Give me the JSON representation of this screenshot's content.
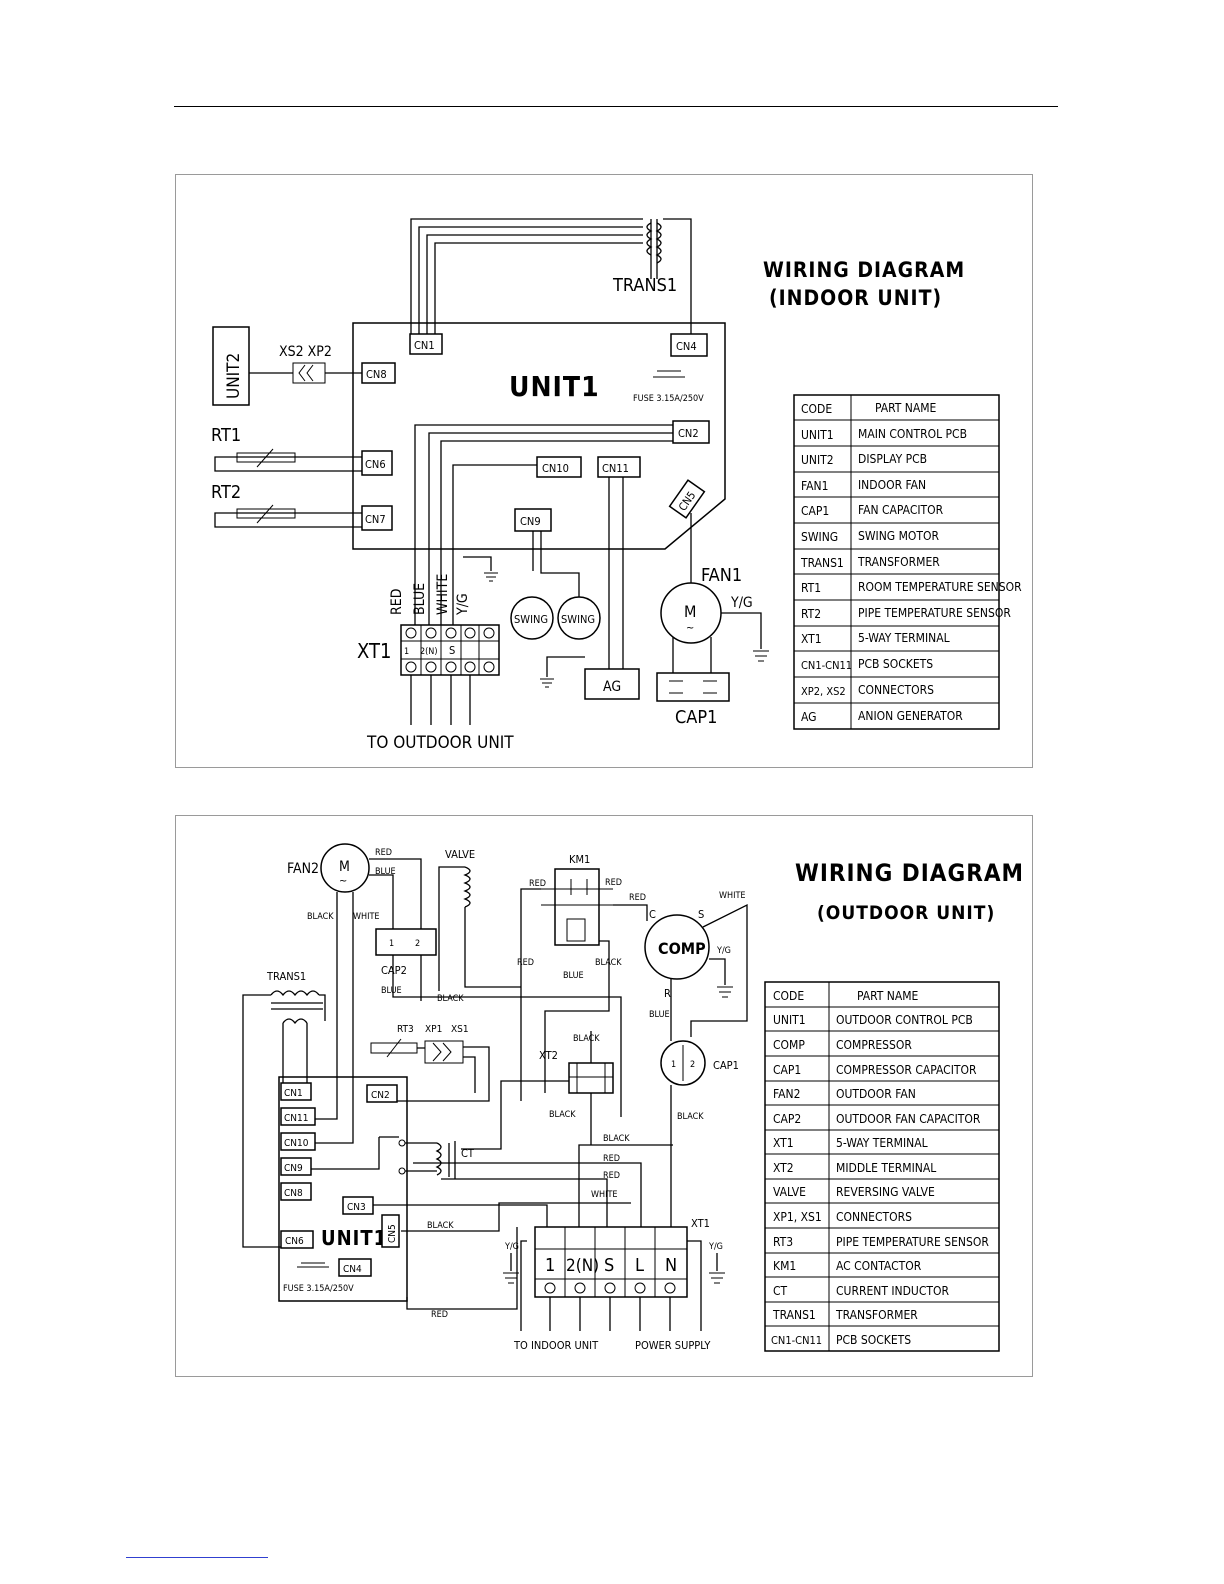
{
  "indoor": {
    "title_line1": "WIRING DIAGRAM",
    "title_line2": "(INDOOR UNIT)",
    "labels": {
      "trans1": "TRANS1",
      "unit1": "UNIT1",
      "unit2": "UNIT2",
      "xs2xp2": "XS2 XP2",
      "fuse": "FUSE 3.15A/250V",
      "rt1": "RT1",
      "rt2": "RT2",
      "fan1": "FAN1",
      "yg": "Y/G",
      "motor": "M",
      "tilde": "~",
      "swing_a": "SWING",
      "swing_b": "SWING",
      "ag": "AG",
      "cap1": "CAP1",
      "xt1": "XT1",
      "to_outdoor": "TO OUTDOOR UNIT",
      "term1": "1",
      "term2n": "2(N)",
      "term_s": "S"
    },
    "wires": [
      "RED",
      "BLUE",
      "WHITE",
      "Y/G"
    ],
    "connectors": {
      "cn1": "CN1",
      "cn4": "CN4",
      "cn8": "CN8",
      "cn2": "CN2",
      "cn6": "CN6",
      "cn7": "CN7",
      "cn10": "CN10",
      "cn11": "CN11",
      "cn9": "CN9",
      "cn5": "CN5"
    },
    "table": {
      "header": [
        "CODE",
        "PART NAME"
      ],
      "rows": [
        [
          "UNIT1",
          "MAIN CONTROL PCB"
        ],
        [
          "UNIT2",
          "DISPLAY PCB"
        ],
        [
          "FAN1",
          "INDOOR FAN"
        ],
        [
          "CAP1",
          "FAN CAPACITOR"
        ],
        [
          "SWING",
          "SWING MOTOR"
        ],
        [
          "TRANS1",
          "TRANSFORMER"
        ],
        [
          "RT1",
          "ROOM TEMPERATURE SENSOR"
        ],
        [
          "RT2",
          "PIPE TEMPERATURE SENSOR"
        ],
        [
          "XT1",
          "5-WAY TERMINAL"
        ],
        [
          "CN1-CN11",
          "PCB SOCKETS"
        ],
        [
          "XP2, XS2",
          "CONNECTORS"
        ],
        [
          "AG",
          "ANION GENERATOR"
        ]
      ]
    }
  },
  "outdoor": {
    "title_line1": "WIRING DIAGRAM",
    "title_line2": "(OUTDOOR UNIT)",
    "labels": {
      "fan2": "FAN2",
      "valve": "VALVE",
      "km1": "KM1",
      "comp": "COMP",
      "trans1": "TRANS1",
      "cap2": "CAP2",
      "rt3": "RT3",
      "xp1": "XP1",
      "xs1": "XS1",
      "xt2": "XT2",
      "cap1": "CAP1",
      "ct": "CT",
      "unit1": "UNIT1",
      "xt1": "XT1",
      "fuse": "FUSE 3.15A/250V",
      "to_indoor": "TO INDOOR UNIT",
      "power_supply": "POWER SUPPLY",
      "yg": "Y/G",
      "motor": "M",
      "tilde": "~",
      "pin_c": "C",
      "pin_s": "S",
      "pin_r": "R",
      "cap_1": "1",
      "cap_2": "2"
    },
    "wire_labels": {
      "red": "RED",
      "blue": "BLUE",
      "black": "BLACK",
      "white": "WHITE"
    },
    "terminals": [
      "1",
      "2(N)",
      "S",
      "L",
      "N"
    ],
    "connectors": {
      "cn1": "CN1",
      "cn11": "CN11",
      "cn10": "CN10",
      "cn9": "CN9",
      "cn8": "CN8",
      "cn6": "CN6",
      "cn2": "CN2",
      "cn3": "CN3",
      "cn4": "CN4",
      "cn5": "CN5"
    },
    "table": {
      "header": [
        "CODE",
        "PART NAME"
      ],
      "rows": [
        [
          "UNIT1",
          "OUTDOOR CONTROL PCB"
        ],
        [
          "COMP",
          "COMPRESSOR"
        ],
        [
          "CAP1",
          "COMPRESSOR CAPACITOR"
        ],
        [
          "FAN2",
          "OUTDOOR FAN"
        ],
        [
          "CAP2",
          "OUTDOOR FAN CAPACITOR"
        ],
        [
          "XT1",
          "5-WAY TERMINAL"
        ],
        [
          "XT2",
          "MIDDLE TERMINAL"
        ],
        [
          "VALVE",
          "REVERSING VALVE"
        ],
        [
          "XP1, XS1",
          "CONNECTORS"
        ],
        [
          "RT3",
          "PIPE TEMPERATURE SENSOR"
        ],
        [
          "KM1",
          "AC CONTACTOR"
        ],
        [
          "CT",
          "CURRENT INDUCTOR"
        ],
        [
          "TRANS1",
          "TRANSFORMER"
        ],
        [
          "CN1-CN11",
          "PCB SOCKETS"
        ]
      ]
    }
  }
}
